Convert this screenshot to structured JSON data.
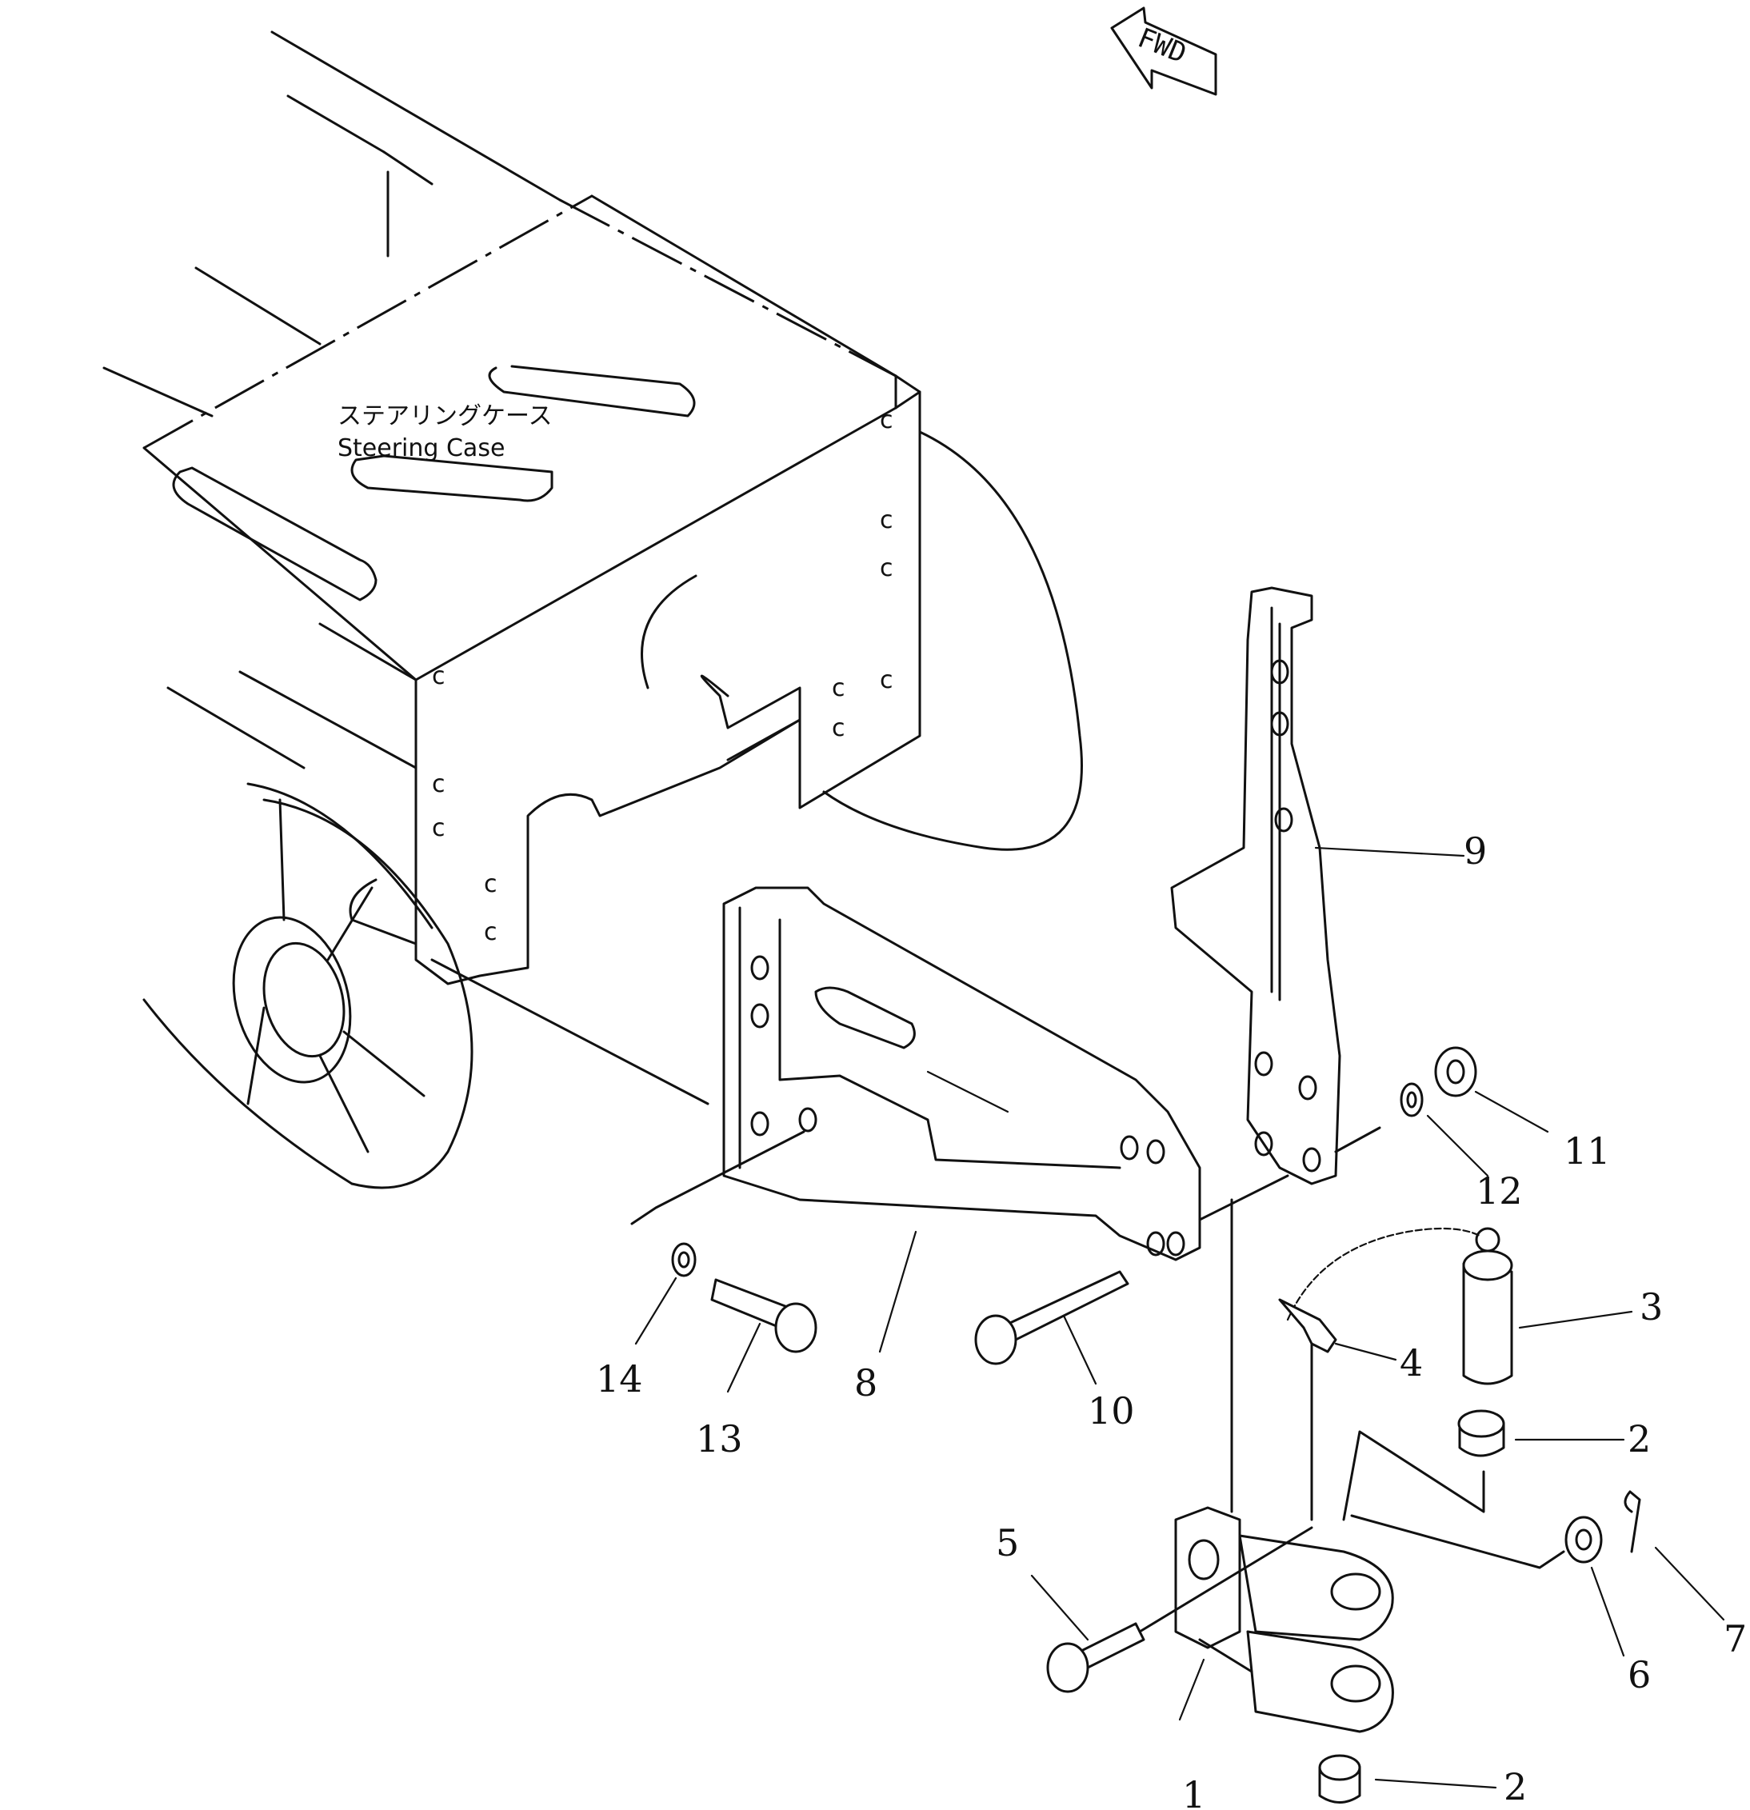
{
  "direction_marker": {
    "text": "FWD"
  },
  "steering_case": {
    "label_jp": "ステアリングケース",
    "label_en": "Steering Case"
  },
  "callouts": [
    {
      "id": "c1",
      "text": "1"
    },
    {
      "id": "c2a",
      "text": "2"
    },
    {
      "id": "c2b",
      "text": "2"
    },
    {
      "id": "c3",
      "text": "3"
    },
    {
      "id": "c4",
      "text": "4"
    },
    {
      "id": "c5",
      "text": "5"
    },
    {
      "id": "c6",
      "text": "6"
    },
    {
      "id": "c7",
      "text": "7"
    },
    {
      "id": "c8",
      "text": "8"
    },
    {
      "id": "c9",
      "text": "9"
    },
    {
      "id": "c10",
      "text": "10"
    },
    {
      "id": "c11",
      "text": "11"
    },
    {
      "id": "c12",
      "text": "12"
    },
    {
      "id": "c13",
      "text": "13"
    },
    {
      "id": "c14",
      "text": "14"
    }
  ]
}
